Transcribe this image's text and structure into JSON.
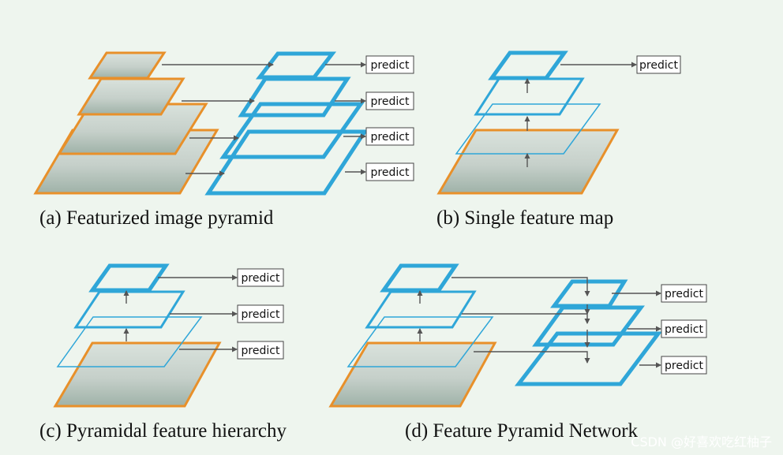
{
  "panels": [
    {
      "id": "a",
      "caption": "(a) Featurized image pyramid",
      "predict_labels": [
        "predict",
        "predict",
        "predict",
        "predict"
      ]
    },
    {
      "id": "b",
      "caption": "(b) Single feature map",
      "predict_labels": [
        "predict"
      ]
    },
    {
      "id": "c",
      "caption": "(c) Pyramidal feature hierarchy",
      "predict_labels": [
        "predict",
        "predict",
        "predict"
      ]
    },
    {
      "id": "d",
      "caption": "(d) Feature Pyramid Network",
      "predict_labels": [
        "predict",
        "predict",
        "predict"
      ]
    }
  ],
  "watermark": "CSDN @好喜欢吃红柚子",
  "colors": {
    "background": "#eef5ee",
    "image_border": "#e8902a",
    "feature_map": "#2fa6d8",
    "arrow": "#555555",
    "image_fill": "#c9d3cd"
  }
}
